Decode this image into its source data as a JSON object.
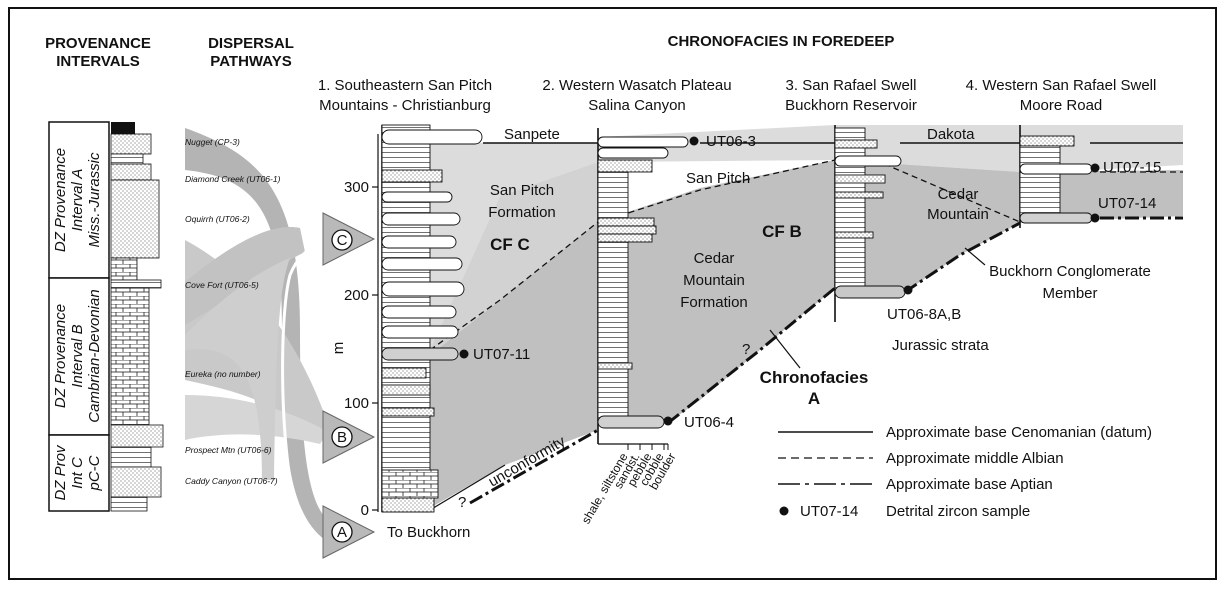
{
  "headers": {
    "provenance": [
      "PROVENANCE",
      "INTERVALS"
    ],
    "dispersal": [
      "DISPERSAL",
      "PATHWAYS"
    ],
    "chronofacies": "CHRONOFACIES IN FOREDEEP"
  },
  "locations": [
    {
      "line1": "1. Southeastern San Pitch",
      "line2": "Mountains - Christianburg"
    },
    {
      "line1": "2. Western Wasatch Plateau",
      "line2": "Salina Canyon"
    },
    {
      "line1": "3. San Rafael Swell",
      "line2": "Buckhorn Reservoir"
    },
    {
      "line1": "4. Western San Rafael Swell",
      "line2": "Moore Road"
    }
  ],
  "provenance_intervals": {
    "a": [
      "DZ Provenance",
      "Interval A",
      "Miss.-Jurassic"
    ],
    "b": [
      "DZ Provenance",
      "Interval B",
      "Cambrian-Devonian"
    ],
    "c": [
      "DZ Prov",
      "Int C",
      "pC-C"
    ]
  },
  "dz_samples_source": [
    "Nugget (CP-3)",
    "Diamond Creek (UT06-1)",
    "Oquirrh (UT06-2)",
    "Cove Fort (UT06-5)",
    "Eureka (no number)",
    "Prospect Mtn (UT06-6)",
    "Caddy Canyon (UT06-7)"
  ],
  "pathways": {
    "a": "A",
    "b": "B",
    "c": "C",
    "to_buckhorn": "To Buckhorn"
  },
  "axis": {
    "unit": "m",
    "ticks": [
      "0",
      "100",
      "200",
      "300"
    ]
  },
  "grain_size_labels": [
    "shale, siltstone",
    "sandst.",
    "pebble",
    "cobble",
    "boulder"
  ],
  "units": {
    "sanpete": "Sanpete",
    "dakota": "Dakota",
    "san_pitch_short": "San Pitch",
    "san_pitch_formation": [
      "San Pitch",
      "Formation"
    ],
    "cedar_mountain_formation": [
      "Cedar",
      "Mountain",
      "Formation"
    ],
    "cedar_mountain": [
      "Cedar",
      "Mountain"
    ],
    "buckhorn": [
      "Buckhorn Conglomerate",
      "Member"
    ],
    "jurassic": "Jurassic strata",
    "unconformity": "unconformity",
    "query": "?"
  },
  "chronofacies": {
    "c": "CF C",
    "b": "CF B",
    "a": [
      "Chronofacies",
      "A"
    ]
  },
  "samples": [
    "UT06-3",
    "UT07-15",
    "UT07-14",
    "UT06-8A,B",
    "UT07-11",
    "UT06-4"
  ],
  "legend": [
    {
      "style": "solid",
      "label": "Approximate base Cenomanian (datum)"
    },
    {
      "style": "dashed",
      "label": "Approximate middle Albian"
    },
    {
      "style": "dashdot",
      "label": "Approximate base Aptian"
    },
    {
      "style": "dot",
      "symbol_label": "UT07-14",
      "label": "Detrital zircon sample"
    }
  ],
  "colors": {
    "light_fill": "#dcdcdc",
    "dark_fill": "#bfbfbf",
    "arrow_fill": "#b9b9b9",
    "line": "#111111"
  }
}
